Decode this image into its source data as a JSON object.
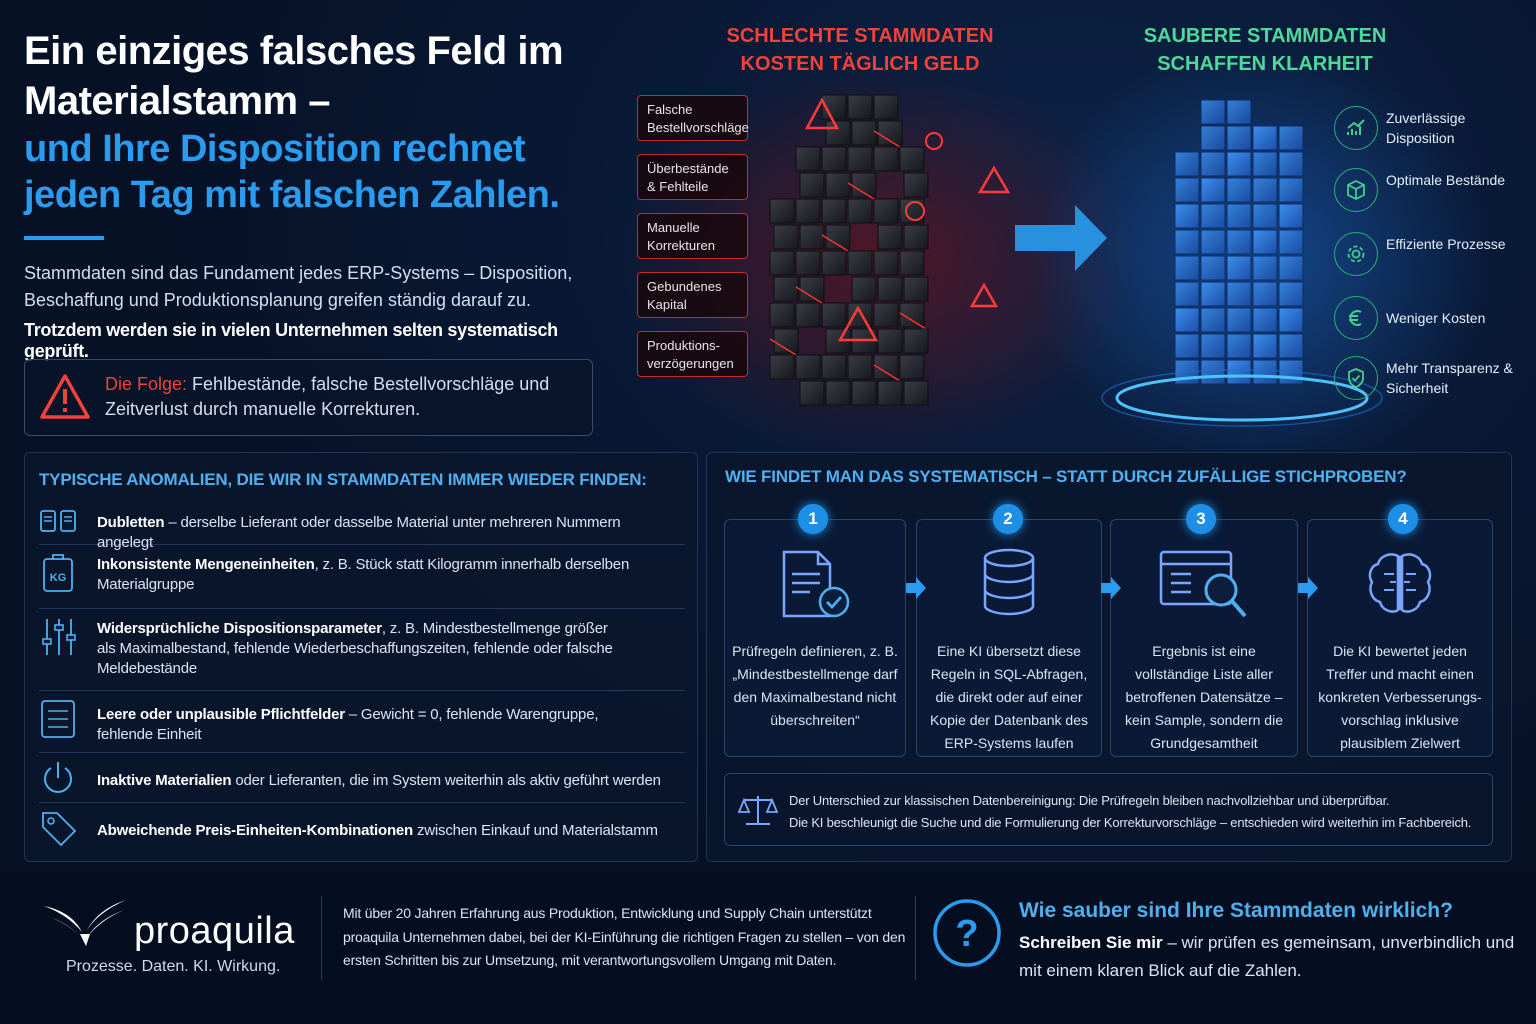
{
  "hero": {
    "title_white": "Ein einziges falsches Feld im Materialstamm –",
    "title_blue": "und Ihre Disposition rechnet jeden Tag mit falschen Zahlen.",
    "intro": "Stammdaten sind das Fundament jedes ERP-Systems – Disposition, Beschaffung und Produktionsplanung greifen ständig darauf zu.",
    "intro_bold": "Trotzdem werden sie in vielen Unternehmen selten systematisch geprüft.",
    "warning_label": "Die Folge:",
    "warning_text": " Fehlbestände, falsche Bestellvorschläge und Zeitverlust durch manuelle Korrekturen."
  },
  "bad": {
    "title": "SCHLECHTE STAMMDATEN KOSTEN TÄGLICH GELD",
    "tags": [
      "Falsche Bestellvorschläge",
      "Überbestände & Fehlteile",
      "Manuelle Korrekturen",
      "Gebundenes Kapital",
      "Produktions-verzögerungen"
    ]
  },
  "good": {
    "title": "SAUBERE STAMMDATEN SCHAFFEN KLARHEIT",
    "benefits": [
      {
        "label": "Zuverlässige Disposition",
        "icon": "chart-up-icon"
      },
      {
        "label": "Optimale Bestände",
        "icon": "box-icon"
      },
      {
        "label": "Effiziente Prozesse",
        "icon": "gear-icon"
      },
      {
        "label": "Weniger Kosten",
        "icon": "euro-icon"
      },
      {
        "label": "Mehr Transparenz & Sicherheit",
        "icon": "shield-check-icon"
      }
    ]
  },
  "anomalies": {
    "title": "TYPISCHE ANOMALIEN, DIE WIR IN STAMMDATEN IMMER WIEDER FINDEN:",
    "items": [
      {
        "bold": "Dubletten",
        "text": " – derselbe Lieferant oder dasselbe Material unter mehreren Nummern angelegt"
      },
      {
        "bold": "Inkonsistente Mengeneinheiten",
        "text": ", z. B. Stück statt Kilogramm innerhalb derselben Materialgruppe",
        "icon_text": "KG"
      },
      {
        "bold": "Widersprüchliche Dispositionsparameter",
        "text": ", z. B. Mindestbestellmenge größer als Maximalbestand, fehlende Wiederbeschaffungszeiten, fehlende oder falsche Meldebestände"
      },
      {
        "bold": "Leere oder unplausible Pflichtfelder",
        "text": " – Gewicht = 0, fehlende Warengruppe, fehlende Einheit"
      },
      {
        "bold": "Inaktive Materialien",
        "text": " oder Lieferanten, die im System weiterhin als aktiv geführt werden"
      },
      {
        "bold": "Abweichende Preis-Einheiten-Kombinationen",
        "text": " zwischen Einkauf und Materialstamm"
      }
    ]
  },
  "process": {
    "title": "WIE FINDET MAN DAS SYSTEMATISCH – STATT DURCH ZUFÄLLIGE STICHPROBEN?",
    "steps": [
      {
        "num": "1",
        "text": "Prüfregeln definieren, z. B. „Mindestbestellmenge darf den Maximalbestand nicht überschreiten“"
      },
      {
        "num": "2",
        "text": "Eine KI übersetzt diese Regeln in SQL-Abfragen, die direkt oder auf einer Kopie der Datenbank des ERP-Systems laufen"
      },
      {
        "num": "3",
        "text": "Ergebnis ist eine vollständige Liste aller betroffenen Datensätze – kein Sample, sondern die Grundgesamtheit"
      },
      {
        "num": "4",
        "text": "Die KI bewertet jeden Treffer und macht einen konkreten Verbesserungs-vorschlag inklusive plausiblem Zielwert"
      }
    ],
    "note1": "Der Unterschied zur klassischen Datenbereinigung: Die Prüfregeln bleiben nachvollziehbar und überprüfbar.",
    "note2": "Die KI beschleunigt die Suche und die Formulierung der Korrekturvorschläge – entschieden wird weiterhin im Fachbereich."
  },
  "footer": {
    "brand": "proaquila",
    "slogan": "Prozesse. Daten. KI. Wirkung.",
    "about": "Mit über 20 Jahren Erfahrung aus Produktion, Entwicklung und Supply Chain unterstützt proaquila Unternehmen dabei, bei der KI-Einführung die richtigen Fragen zu stellen – von den ersten Schritten bis zur Umsetzung, mit verantwortungsvollem Umgang mit Daten.",
    "cta_title": "Wie sauber sind Ihre Stammdaten wirklich?",
    "cta_bold": "Schreiben Sie mir",
    "cta_text": " – wir prüfen es gemeinsam, unverbindlich und mit einem klaren Blick auf die Zahlen."
  },
  "colors": {
    "accent": "#2a9cf0",
    "danger": "#f0413a",
    "success": "#4ed89a",
    "background": "#061126"
  }
}
